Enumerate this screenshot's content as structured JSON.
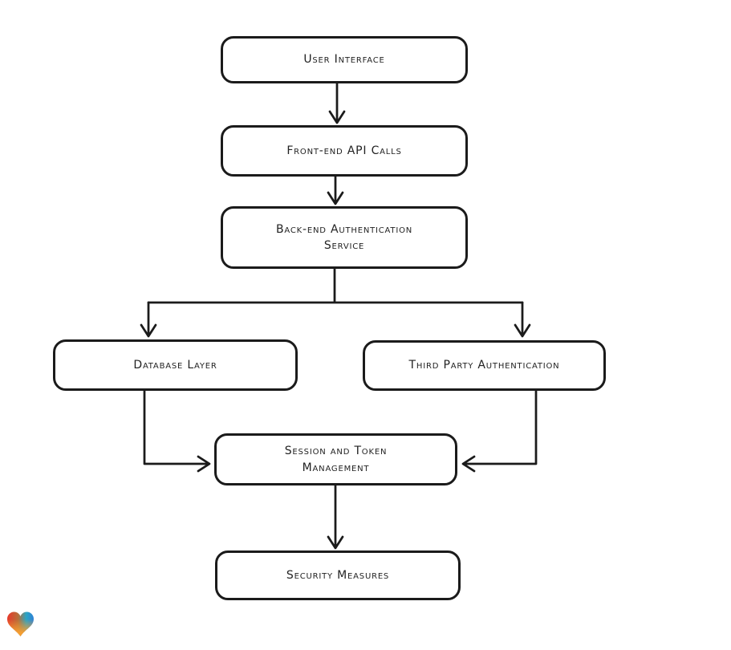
{
  "diagram": {
    "type": "flowchart",
    "nodes": [
      {
        "id": "user-interface",
        "lines": [
          "User Interface"
        ]
      },
      {
        "id": "front-end-api-calls",
        "lines": [
          "Front-end API Calls"
        ]
      },
      {
        "id": "back-end-authentication-service",
        "lines": [
          "Back-end Authentication",
          "Service"
        ]
      },
      {
        "id": "database-layer",
        "lines": [
          "Database Layer"
        ]
      },
      {
        "id": "third-party-authentication",
        "lines": [
          "Third Party Authentication"
        ]
      },
      {
        "id": "session-and-token-management",
        "lines": [
          "Session and Token",
          "Management"
        ]
      },
      {
        "id": "security-measures",
        "lines": [
          "Security Measures"
        ]
      }
    ],
    "edges": [
      {
        "from": "user-interface",
        "to": "front-end-api-calls"
      },
      {
        "from": "front-end-api-calls",
        "to": "back-end-authentication-service"
      },
      {
        "from": "back-end-authentication-service",
        "to": "database-layer"
      },
      {
        "from": "back-end-authentication-service",
        "to": "third-party-authentication"
      },
      {
        "from": "database-layer",
        "to": "session-and-token-management"
      },
      {
        "from": "third-party-authentication",
        "to": "session-and-token-management"
      },
      {
        "from": "session-and-token-management",
        "to": "security-measures"
      }
    ],
    "colors": {
      "stroke": "#1b1b1b",
      "text": "#222222",
      "canvas": "#ffffff"
    },
    "logo": {
      "name": "gradient-heart",
      "gradient_colors": [
        "#e9392b",
        "#2ba5c4",
        "#2f80d6",
        "#f59e31"
      ]
    }
  }
}
